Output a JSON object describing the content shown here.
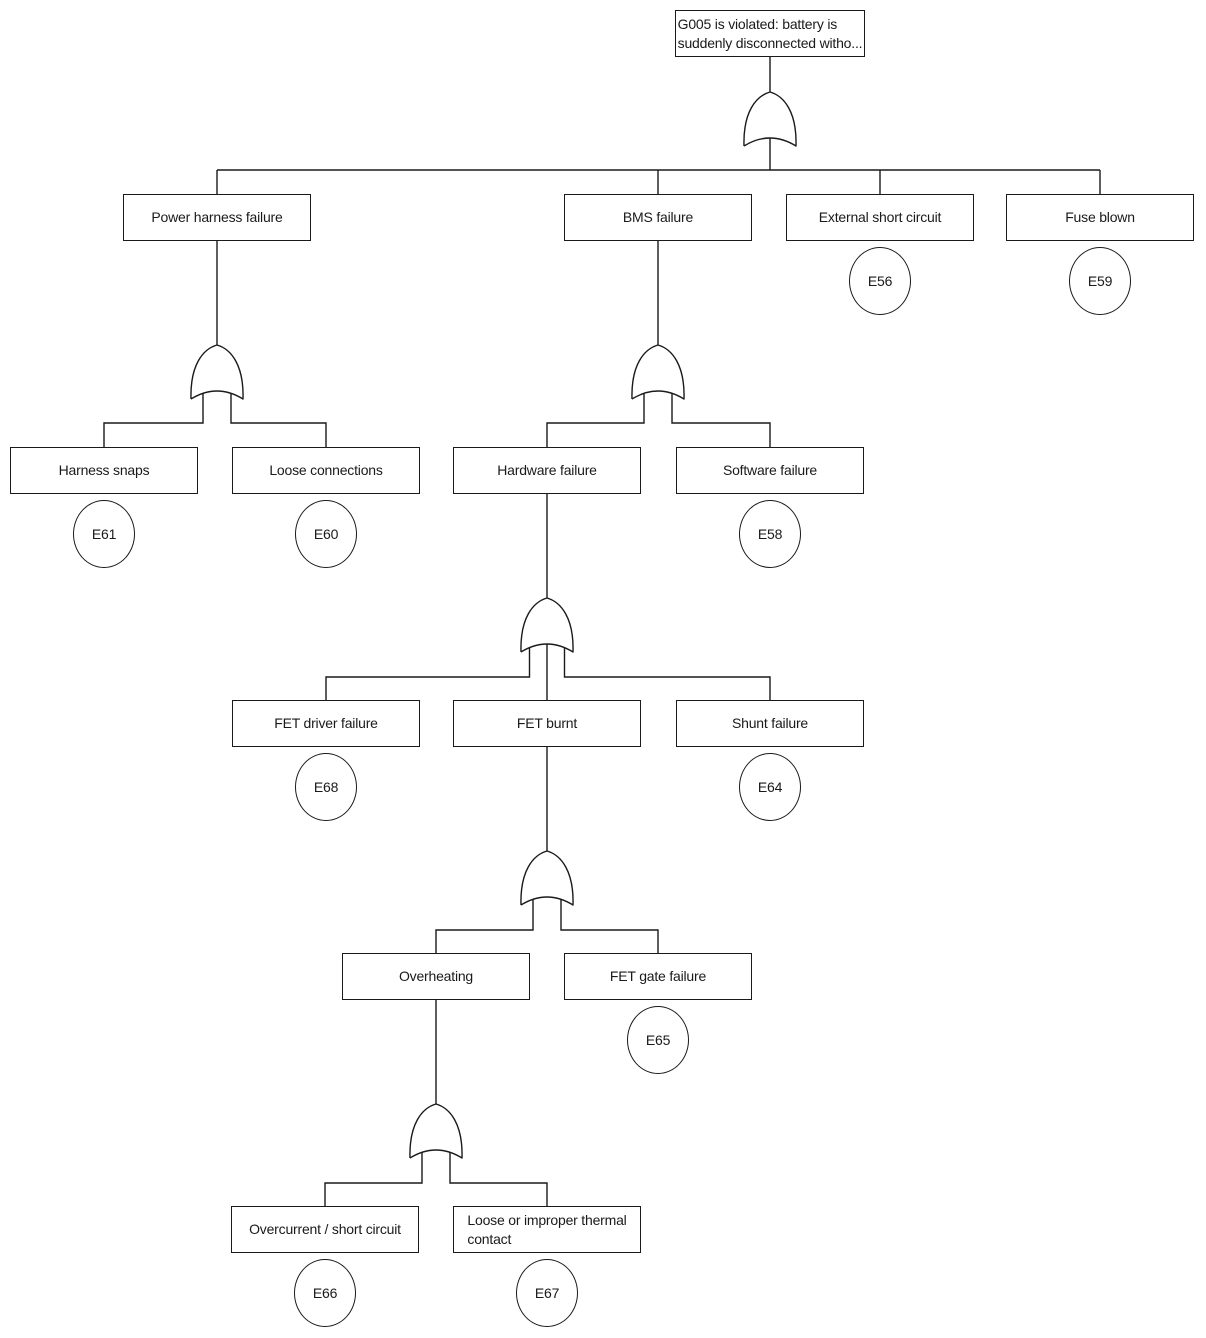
{
  "diagram": {
    "kind": "fault-tree",
    "top_event": {
      "id": "G005",
      "label": "G005 is violated: battery is\nsuddenly disconnected witho..."
    },
    "nodes": {
      "power_harness": {
        "label": "Power harness failure"
      },
      "bms": {
        "label": "BMS failure"
      },
      "external_short": {
        "label": "External short circuit",
        "event_id": "E56"
      },
      "fuse_blown": {
        "label": "Fuse blown",
        "event_id": "E59"
      },
      "harness_snaps": {
        "label": "Harness snaps",
        "event_id": "E61"
      },
      "loose_connections": {
        "label": "Loose connections",
        "event_id": "E60"
      },
      "hardware": {
        "label": "Hardware failure"
      },
      "software": {
        "label": "Software failure",
        "event_id": "E58"
      },
      "fet_driver": {
        "label": "FET driver failure",
        "event_id": "E68"
      },
      "fet_burnt": {
        "label": "FET burnt"
      },
      "shunt": {
        "label": "Shunt failure",
        "event_id": "E64"
      },
      "overheating": {
        "label": "Overheating"
      },
      "fet_gate": {
        "label": "FET gate failure",
        "event_id": "E65"
      },
      "overcurrent": {
        "label": "Overcurrent / short circuit",
        "event_id": "E66"
      },
      "thermal_contact": {
        "label": "Loose or improper thermal\ncontact",
        "event_id": "E67"
      }
    },
    "gates": [
      {
        "type": "OR",
        "parent": "top_event",
        "children": [
          "power_harness",
          "bms",
          "external_short",
          "fuse_blown"
        ]
      },
      {
        "type": "OR",
        "parent": "power_harness",
        "children": [
          "harness_snaps",
          "loose_connections"
        ]
      },
      {
        "type": "OR",
        "parent": "bms",
        "children": [
          "hardware",
          "software"
        ]
      },
      {
        "type": "OR",
        "parent": "hardware",
        "children": [
          "fet_driver",
          "fet_burnt",
          "shunt"
        ]
      },
      {
        "type": "OR",
        "parent": "fet_burnt",
        "children": [
          "overheating",
          "fet_gate"
        ]
      },
      {
        "type": "OR",
        "parent": "overheating",
        "children": [
          "overcurrent",
          "thermal_contact"
        ]
      }
    ]
  }
}
